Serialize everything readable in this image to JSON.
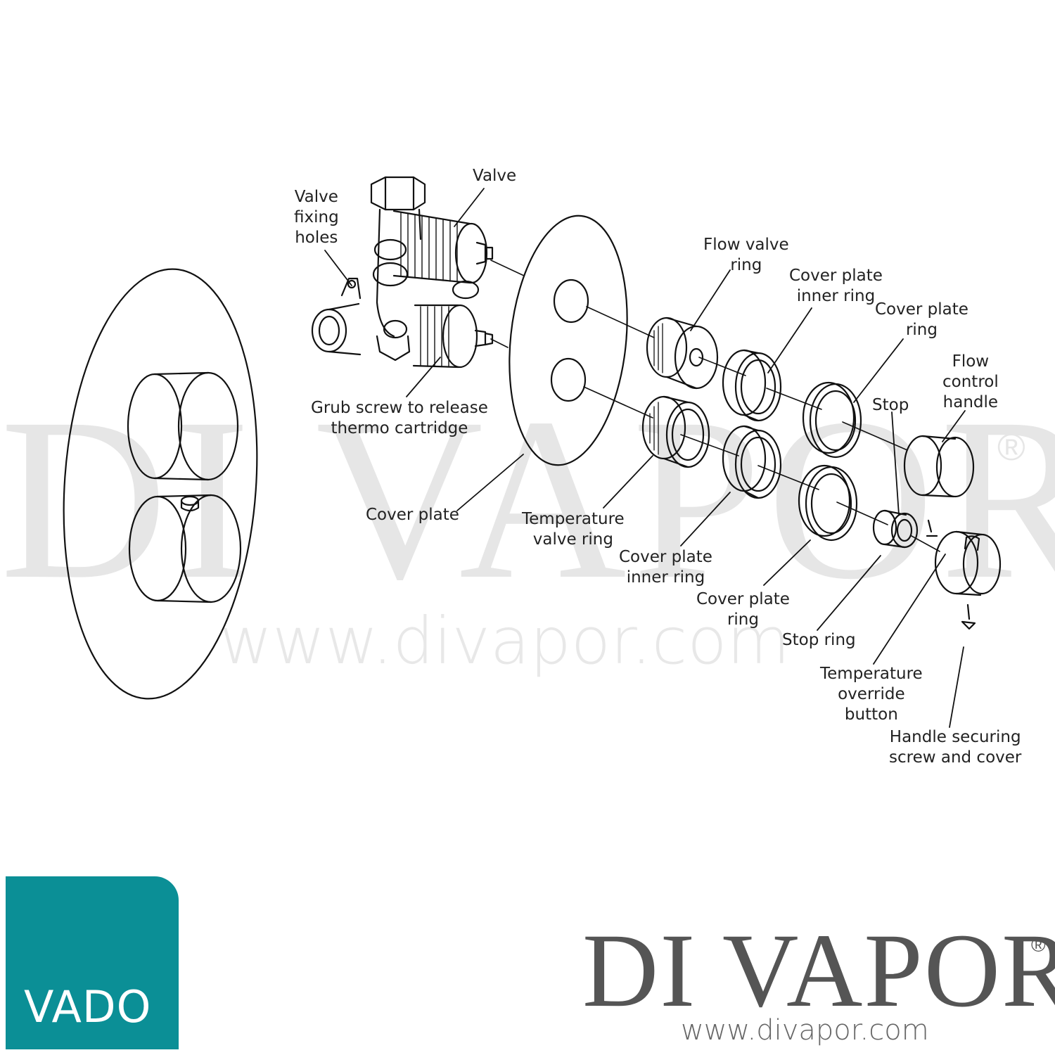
{
  "watermark": {
    "name": "DI VAPOR",
    "registered": "®",
    "url": "www.divapor.com"
  },
  "labels": {
    "valve": "Valve",
    "valve_fixing_holes": "Valve\nfixing\nholes",
    "flow_valve_ring": "Flow valve\nring",
    "cover_plate_inner_ring_top": "Cover plate\ninner ring",
    "cover_plate_ring_top": "Cover plate\nring",
    "flow_control_handle": "Flow\ncontrol\nhandle",
    "stop": "Stop",
    "grub_screw": "Grub screw to release\nthermo cartridge",
    "cover_plate": "Cover plate",
    "temperature_valve_ring": "Temperature\nvalve ring",
    "cover_plate_inner_ring_bottom": "Cover plate\ninner ring",
    "cover_plate_ring_bottom": "Cover plate\nring",
    "stop_ring": "Stop ring",
    "temperature_override_button": "Temperature\noverride\nbutton",
    "handle_securing_screw": "Handle securing\nscrew and cover"
  },
  "logo": {
    "vado_text": "VADO",
    "vado_color": "#0b8f96"
  },
  "brand": {
    "name": "DI VAPOR",
    "registered": "®",
    "url": "www.divapor.com"
  }
}
